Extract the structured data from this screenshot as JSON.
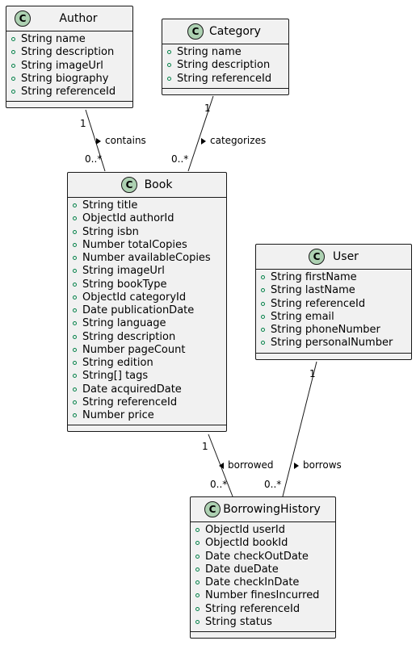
{
  "classes": [
    {
      "id": "author",
      "badge": "C",
      "name": "Author",
      "attributes": [
        "String name",
        "String description",
        "String imageUrl",
        "String biography",
        "String referenceId"
      ]
    },
    {
      "id": "category",
      "badge": "C",
      "name": "Category",
      "attributes": [
        "String name",
        "String description",
        "String referenceId"
      ]
    },
    {
      "id": "book",
      "badge": "C",
      "name": "Book",
      "attributes": [
        "String title",
        "ObjectId authorId",
        "String isbn",
        "Number totalCopies",
        "Number availableCopies",
        "String imageUrl",
        "String bookType",
        "ObjectId categoryId",
        "Date publicationDate",
        "String language",
        "String description",
        "Number pageCount",
        "String edition",
        "String[] tags",
        "Date acquiredDate",
        "String referenceId",
        "Number price"
      ]
    },
    {
      "id": "user",
      "badge": "C",
      "name": "User",
      "attributes": [
        "String firstName",
        "String lastName",
        "String referenceId",
        "String email",
        "String phoneNumber",
        "String personalNumber"
      ]
    },
    {
      "id": "history",
      "badge": "C",
      "name": "BorrowingHistory",
      "attributes": [
        "ObjectId userId",
        "ObjectId bookId",
        "Date checkOutDate",
        "Date dueDate",
        "Date checkInDate",
        "Number finesIncurred",
        "String referenceId",
        "String status"
      ]
    }
  ],
  "relations": [
    {
      "id": "contains",
      "from": "author",
      "to": "book",
      "label": "contains",
      "from_mult": "1",
      "to_mult": "0..*",
      "direction": "right"
    },
    {
      "id": "categorizes",
      "from": "category",
      "to": "book",
      "label": "categorizes",
      "from_mult": "1",
      "to_mult": "0..*",
      "direction": "right"
    },
    {
      "id": "borrowed",
      "from": "book",
      "to": "history",
      "label": "borrowed",
      "from_mult": "1",
      "to_mult": "0..*",
      "direction": "left"
    },
    {
      "id": "borrows",
      "from": "user",
      "to": "history",
      "label": "borrows",
      "from_mult": "1",
      "to_mult": "0..*",
      "direction": "right"
    }
  ],
  "colors": {
    "class_fill": "#f1f1f1",
    "border": "#181818",
    "badge_fill": "#add1b2",
    "visibility_marker": "#038048"
  }
}
